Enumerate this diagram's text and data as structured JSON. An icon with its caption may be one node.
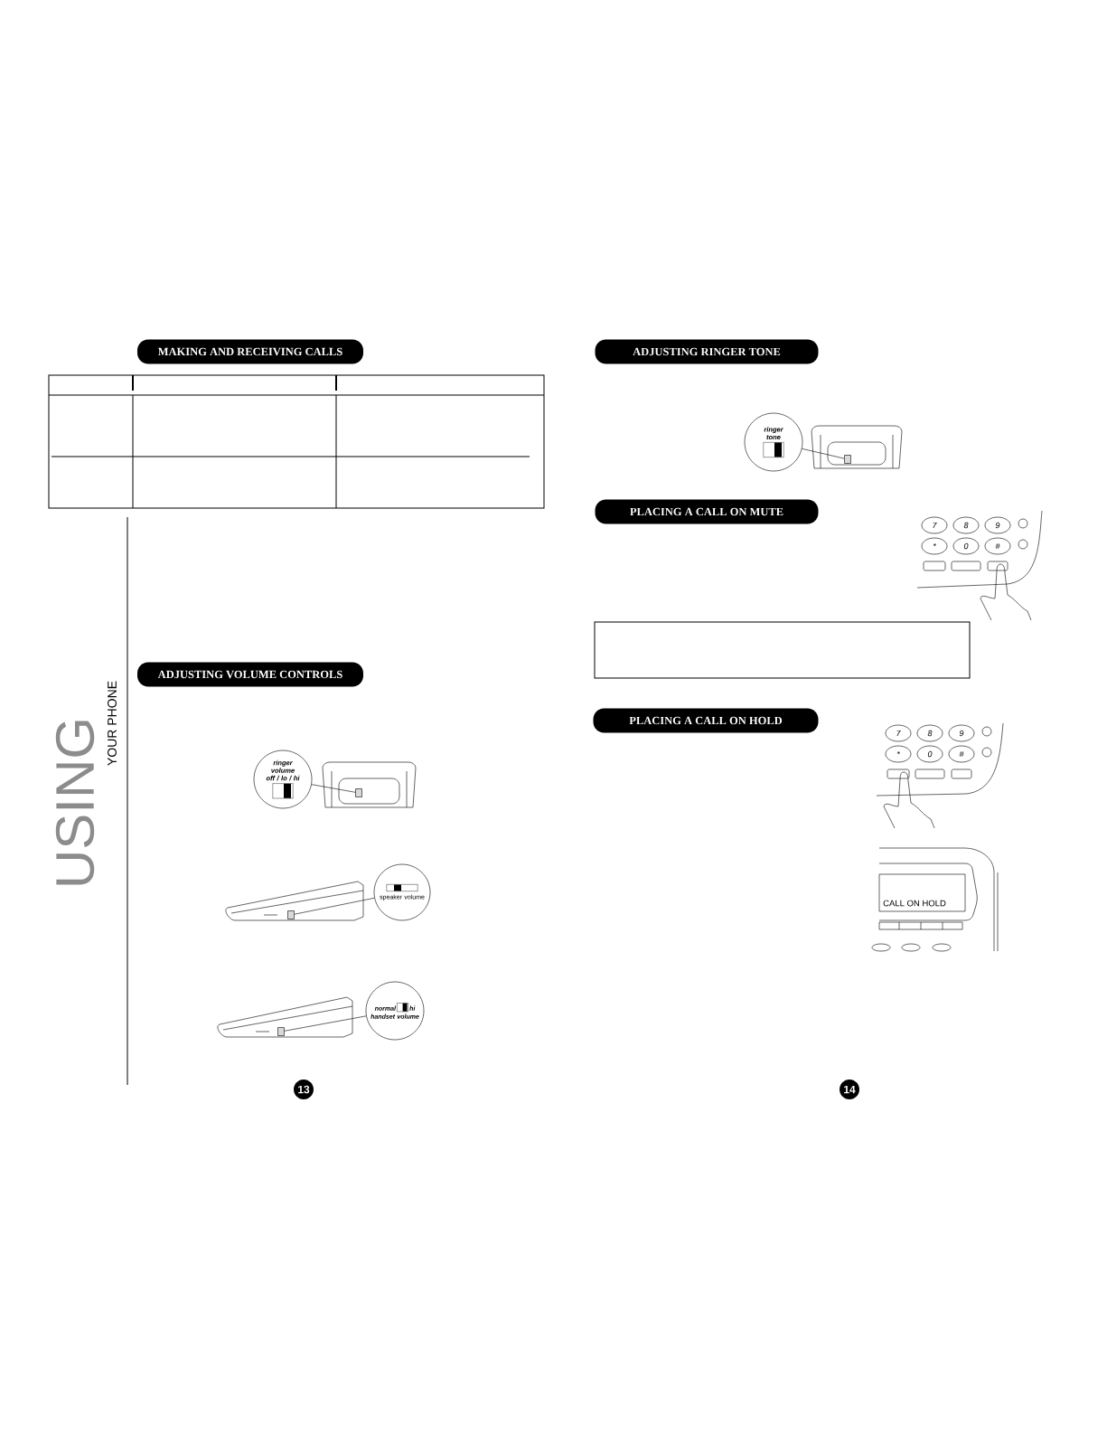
{
  "diagram": {
    "nodes": [
      {
        "text": [
          "MAKING AND RECEIVING CALLS"
        ]
      },
      {
        "text": [
          "ADJUSTING VOLUME CONTROLS"
        ]
      },
      {
        "text": [
          "ringer volume off / lo / hi"
        ]
      },
      {
        "text": [],
        "shape": "box"
      },
      {
        "text": [
          "speaker volume"
        ]
      },
      {
        "text": [],
        "shape": "box"
      },
      {
        "text": [
          "normal",
          "hi",
          "handset volume"
        ]
      },
      {
        "text": [],
        "shape": "box"
      },
      {
        "text": [
          "ADJUSTING RINGER TONE"
        ]
      },
      {
        "text": [
          "ringer tone"
        ]
      },
      {
        "text": [],
        "shape": "box"
      },
      {
        "text": [
          "PLACING A CALL ON MUTE"
        ]
      },
      {
        "text": [],
        "shape": "box"
      },
      {
        "text": [
          "PLACING A CALL ON HOLD"
        ]
      },
      {
        "text": [
          "13"
        ]
      },
      {
        "text": [
          "14"
        ]
      }
    ],
    "edges": [
      {
        "from": 2,
        "to": 3,
        "arrow": "none"
      },
      {
        "from": 4,
        "to": 5,
        "arrow": "none"
      },
      {
        "from": 6,
        "to": 7,
        "arrow": "none"
      },
      {
        "from": 9,
        "to": 10,
        "arrow": "none"
      }
    ],
    "labels": [
      "USING",
      "YOUR PHONE",
      "7",
      "8",
      "9",
      "*",
      "0",
      "#",
      "7",
      "8",
      "9",
      "*",
      "0",
      "#",
      "CALL ON HOLD"
    ]
  }
}
